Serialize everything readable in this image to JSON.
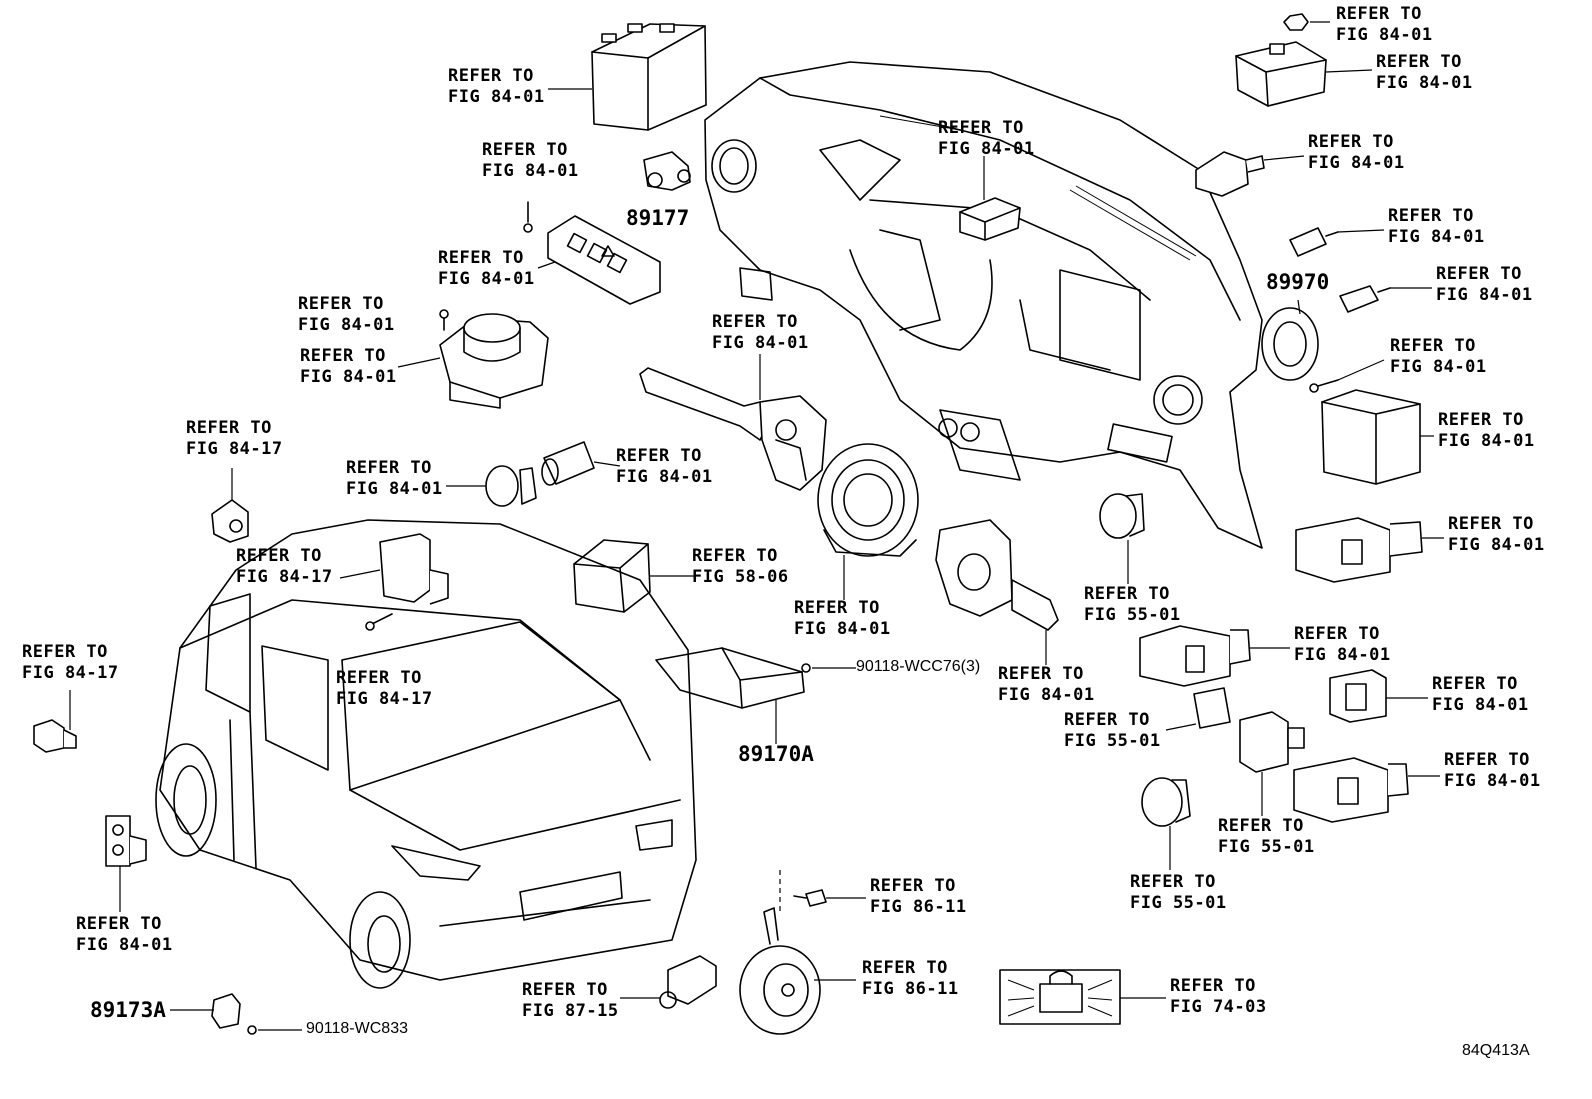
{
  "diagram": {
    "code": "84Q413A",
    "refer_to": "REFER TO",
    "figs": {
      "f84_01": "FIG 84-01",
      "f84_17": "FIG 84-17",
      "f58_06": "FIG 58-06",
      "f55_01": "FIG 55-01",
      "f86_11": "FIG 86-11",
      "f87_15": "FIG 87-15",
      "f74_03": "FIG 74-03"
    },
    "part_numbers": {
      "p89177": "89177",
      "p89970": "89970",
      "p89170a": "89170A",
      "p89173a": "89173A",
      "bolt_wcc76": "90118-WCC76(3)",
      "bolt_wc833": "90118-WC833"
    }
  }
}
